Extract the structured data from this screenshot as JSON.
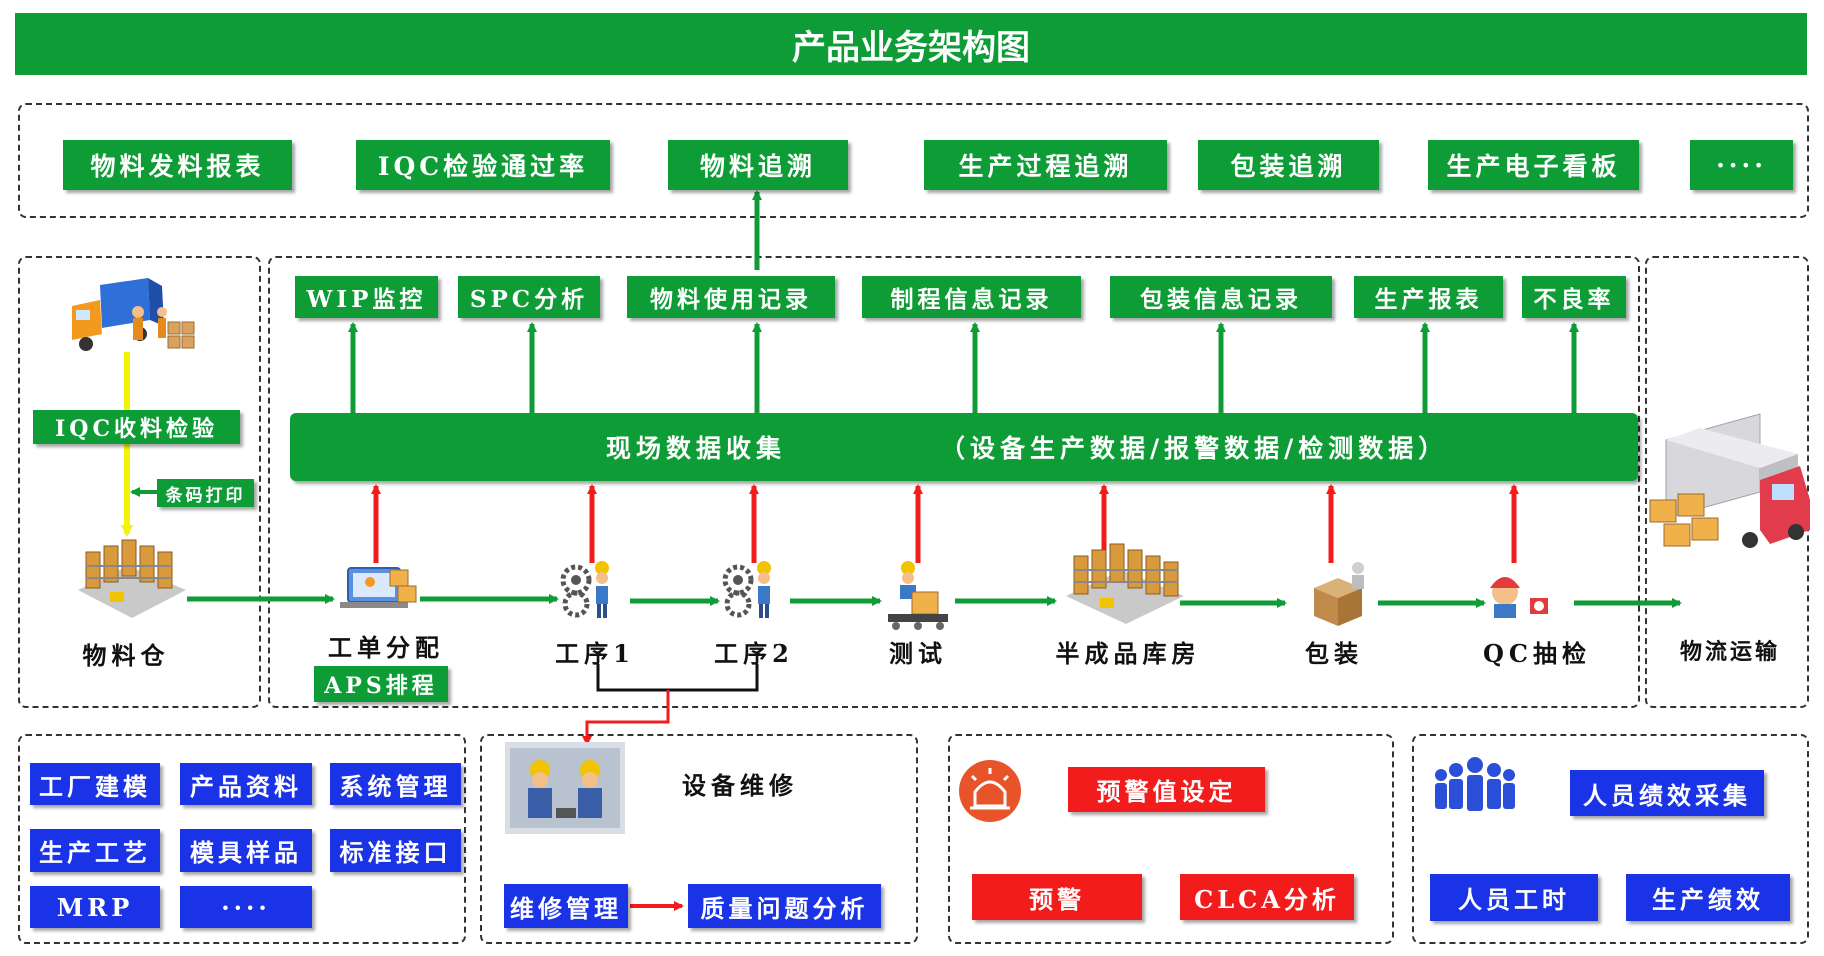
{
  "title": "产品业务架构图",
  "reports": [
    "物料发料报表",
    "IQC检验通过率",
    "物料追溯",
    "生产过程追溯",
    "包装追溯",
    "生产电子看板",
    "····"
  ],
  "analytics": [
    "WIP监控",
    "SPC分析",
    "物料使用记录",
    "制程信息记录",
    "包装信息记录",
    "生产报表",
    "不良率"
  ],
  "collection": {
    "left": "现场数据收集",
    "right": "（设备生产数据/报警数据/检测数据）"
  },
  "warehouse": {
    "iqc": "IQC收料检验",
    "barcode": "条码打印",
    "label": "物料仓"
  },
  "flow": [
    "工单分配",
    "工序1",
    "工序2",
    "测试",
    "半成品库房",
    "包装",
    "QC抽检"
  ],
  "aps": "APS排程",
  "logistics": "物流运输",
  "base_modules": [
    "工厂建模",
    "产品资料",
    "系统管理",
    "生产工艺",
    "模具样品",
    "标准接口",
    "MRP",
    "····"
  ],
  "maintenance": {
    "title": "设备维修",
    "manage": "维修管理",
    "quality": "质量问题分析"
  },
  "alert": {
    "threshold": "预警值设定",
    "warning": "预警",
    "clca": "CLCA分析"
  },
  "people": {
    "collect": "人员绩效采集",
    "hours": "人员工时",
    "performance": "生产绩效"
  },
  "colors": {
    "green": "#0e9c36",
    "blue": "#1a33e6",
    "red": "#f21c1c",
    "yellow": "#f2f20a"
  }
}
